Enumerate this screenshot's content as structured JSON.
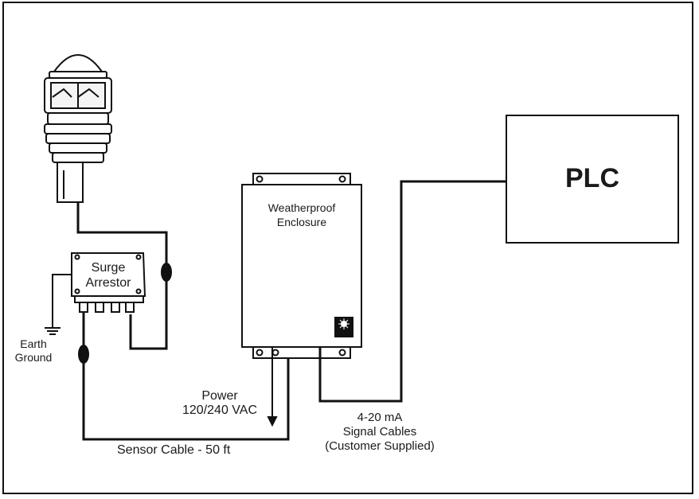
{
  "labels": {
    "surge_arrestor_line1": "Surge",
    "surge_arrestor_line2": "Arrestor",
    "earth_ground_line1": "Earth",
    "earth_ground_line2": "Ground",
    "enclosure_line1": "Weatherproof",
    "enclosure_line2": "Enclosure",
    "plc": "PLC",
    "power_line1": "Power",
    "power_line2": "120/240 VAC",
    "signal_line1": "4-20 mA",
    "signal_line2": "Signal Cables",
    "signal_line3": "(Customer Supplied)",
    "sensor_cable": "Sensor Cable - 50 ft"
  },
  "colors": {
    "line": "#111111",
    "frame": "#111111",
    "background": "#ffffff"
  },
  "icons": [
    "weather-sensor-icon",
    "earth-ground-icon",
    "cable-connector-icon",
    "power-arrow-icon",
    "logo-icon"
  ]
}
